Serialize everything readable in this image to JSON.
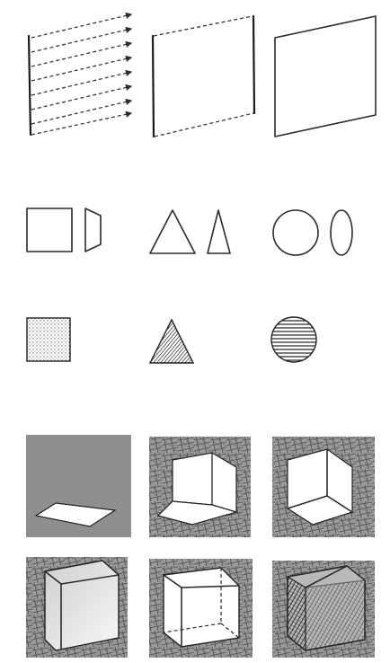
{
  "figure": {
    "rows": [
      {
        "id": "plane-sweep",
        "items": [
          "plane-sweep-arrows",
          "plane-sweep-edges",
          "plane-quad"
        ]
      },
      {
        "id": "projections",
        "items": [
          "square-and-skewed-square",
          "triangle-and-narrow-triangle",
          "circle-and-ellipse"
        ]
      },
      {
        "id": "textured-shapes",
        "items": [
          "dotted-square",
          "hatched-triangle",
          "striped-circle"
        ]
      },
      {
        "id": "cube-build-up",
        "items": [
          "floor-plane",
          "floor-and-back-walls",
          "three-faced-corner",
          "gradient-cube",
          "wireframe-cube",
          "dark-shaded-cube"
        ]
      }
    ],
    "colors": {
      "ink": "#2a2a2a",
      "panel": "#8f8f8f",
      "paper": "#ffffff"
    },
    "icons": [
      "arrow-right-icon"
    ]
  }
}
